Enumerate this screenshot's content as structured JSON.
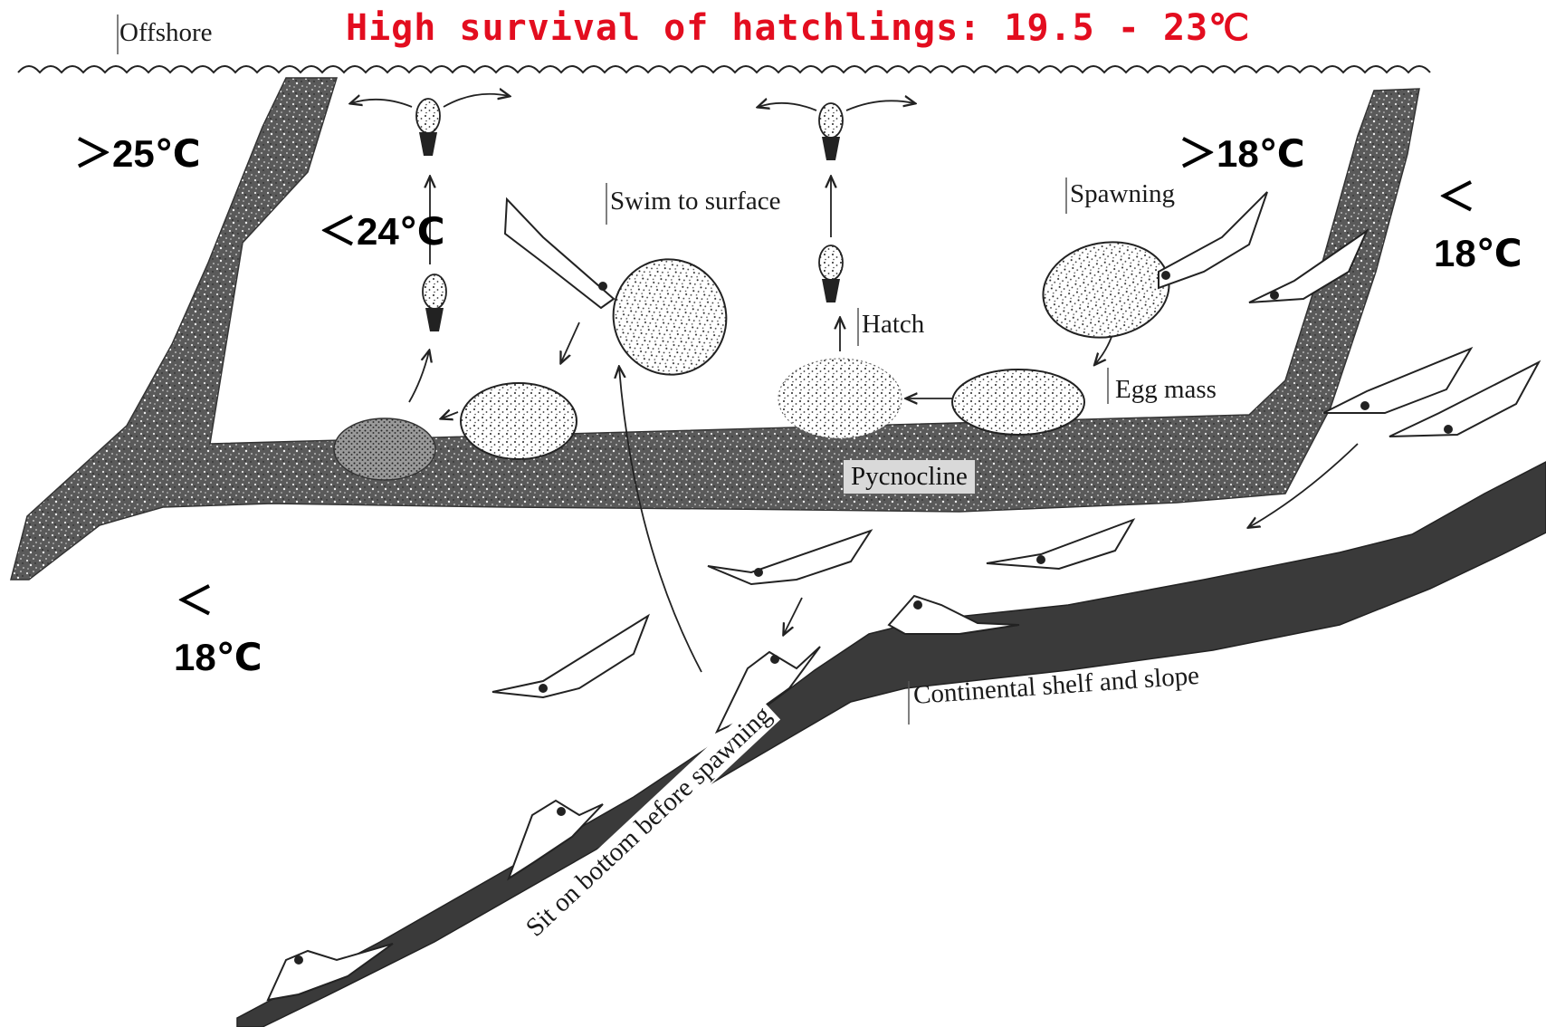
{
  "title": "High survival of hatchlings: 19.5 - 23℃",
  "labels": {
    "offshore": "Offshore",
    "swim_to_surface": "Swim to surface",
    "hatch": "Hatch",
    "spawning": "Spawning",
    "egg_mass": "Egg mass",
    "pycnocline": "Pycnocline",
    "continental_shelf": "Continental shelf and slope",
    "sit_on_bottom": "Sit on bottom before spawning"
  },
  "temperatures": {
    "gt25": "＞25℃",
    "lt24": "＜24℃",
    "gt18": "＞18℃",
    "lt18_right_sym": "＜",
    "lt18_right_val": "18℃",
    "lt18_left_sym": "＜",
    "lt18_left_val": "18℃"
  },
  "colors": {
    "title": "#e30d1f",
    "pycnocline_band": "#4d4d4d",
    "seafloor": "#3a3a3a",
    "label_bg": "#d9d9d9"
  }
}
